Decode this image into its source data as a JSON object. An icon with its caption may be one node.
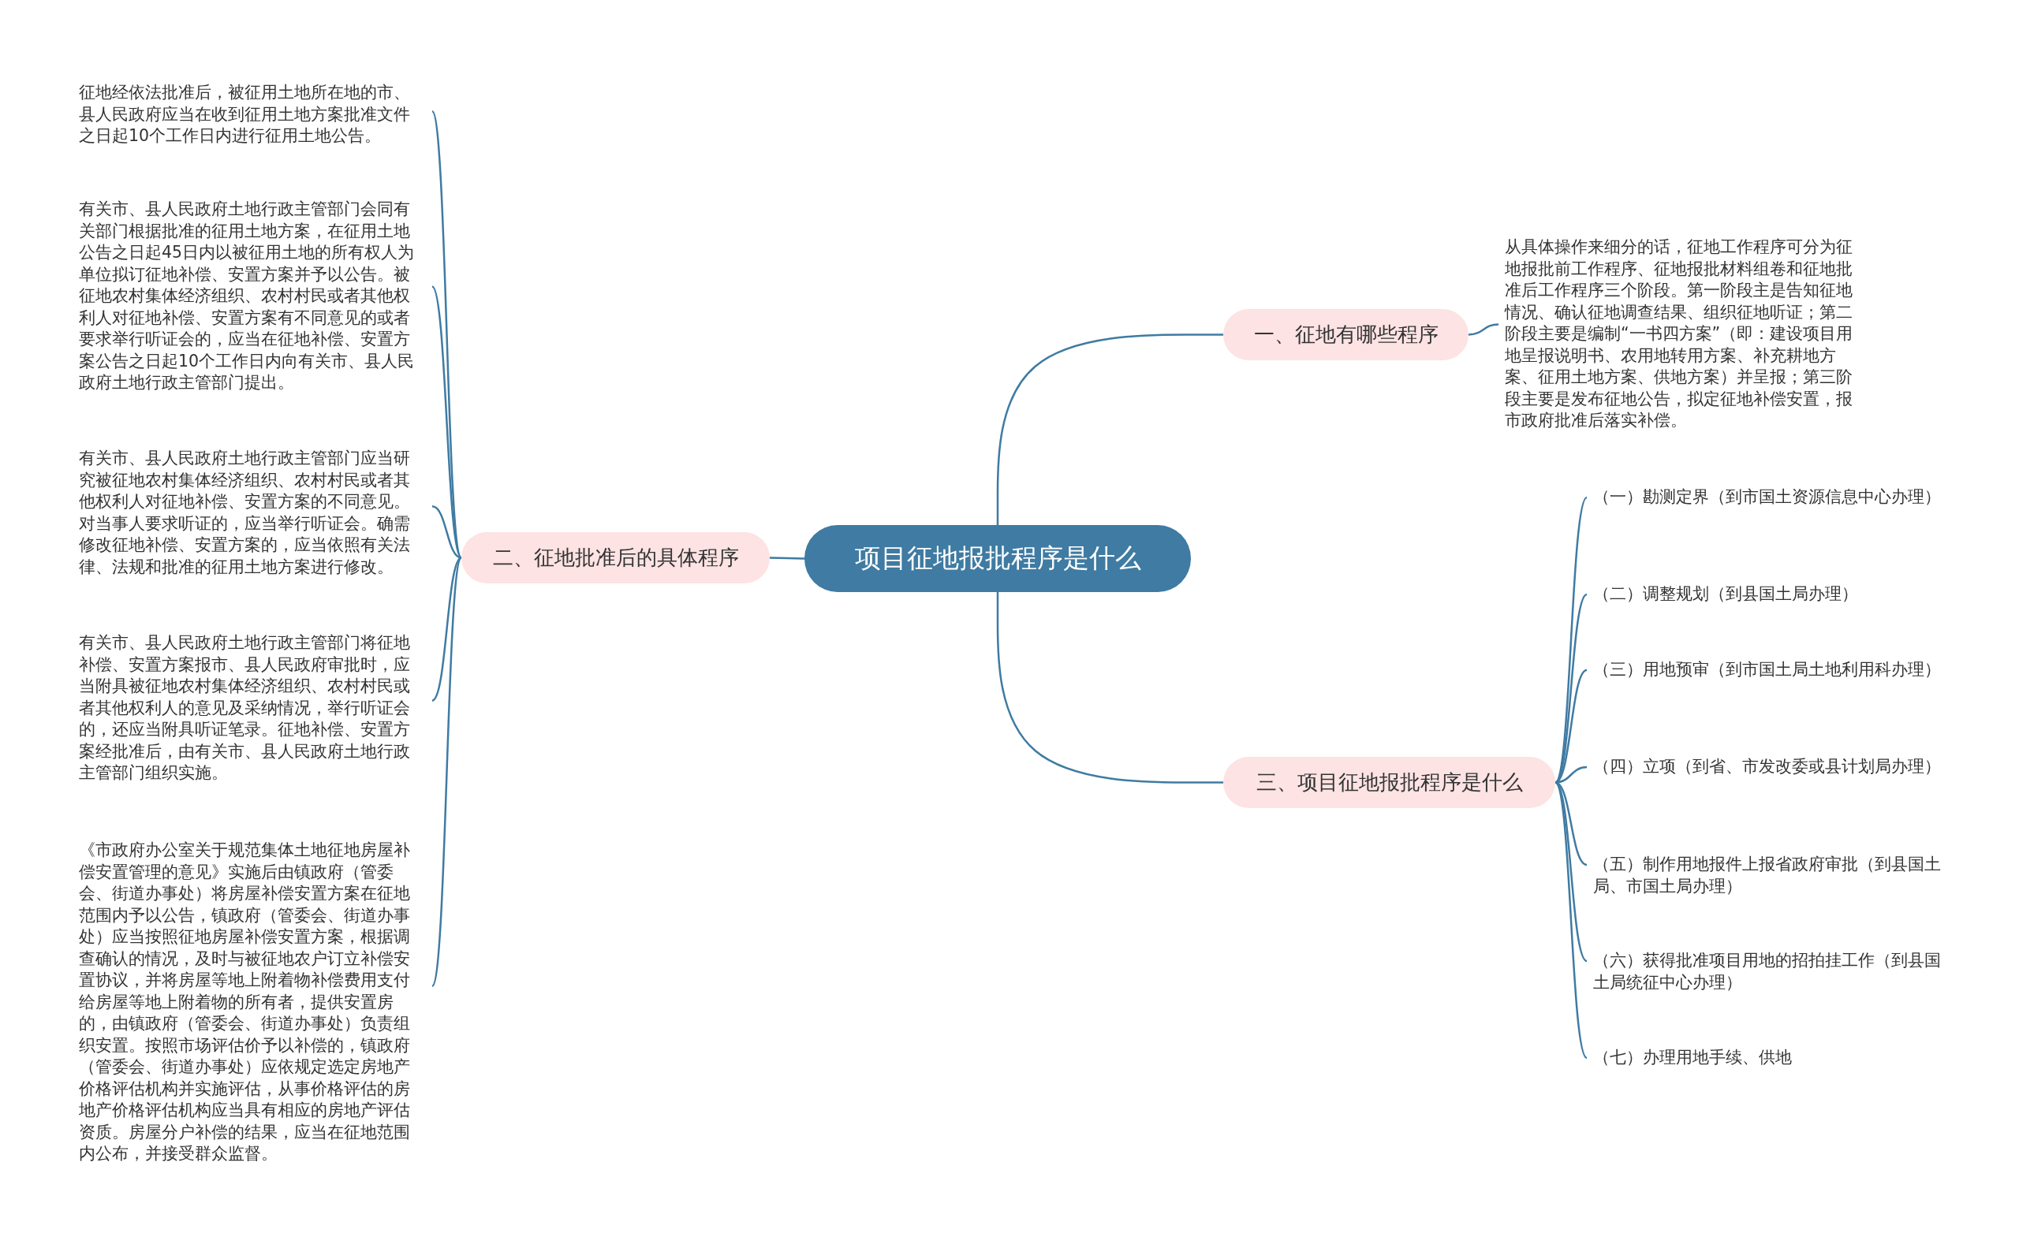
{
  "diagram": {
    "nodes": [
      {
        "text": [
          "项目征地报批程序是什么"
        ]
      },
      {
        "text": [
          "一、征地有哪些程序"
        ]
      },
      {
        "text": [
          "从具体操作来细分的话，征地工作程序可分为征地报批前工作程序、征地报批材料组卷和征地批准后工作程序三个阶段。第一阶段主是告知征地情况、确认征地调查结果、组织征地听证；第二阶段主要是编制“一书四方案”（即：建设项目用地呈报说明书、农用地转用方案、补充耕地方案、征用土地方案、供地方案）并呈报；第三阶段主要是发布征地公告，拟定征地补偿安置，报市政府批准后落实补偿。"
        ]
      },
      {
        "text": [
          "二、征地批准后的具体程序"
        ]
      },
      {
        "text": [
          "征地经依法批准后，被征用土地所在地的市、县人民政府应当在收到征用土地方案批准文件之日起10个工作日内进行征用土地公告。"
        ]
      },
      {
        "text": [
          "有关市、县人民政府土地行政主管部门会同有关部门根据批准的征用土地方案，在征用土地公告之日起45日内以被征用土地的所有权人为单位拟订征地补偿、安置方案并予以公告。被征地农村集体经济组织、农村村民或者其他权利人对征地补偿、安置方案有不同意见的或者要求举行听证会的，应当在征地补偿、安置方案公告之日起10个工作日内向有关市、县人民政府土地行政主管部门提出。"
        ]
      },
      {
        "text": [
          "有关市、县人民政府土地行政主管部门应当研究被征地农村集体经济组织、农村村民或者其他权利人对征地补偿、安置方案的不同意见。对当事人要求听证的，应当举行听证会。确需修改征地补偿、安置方案的，应当依照有关法律、法规和批准的征用土地方案进行修改。"
        ]
      },
      {
        "text": [
          "有关市、县人民政府土地行政主管部门将征地补偿、安置方案报市、县人民政府审批时，应当附具被征地农村集体经济组织、农村村民或者其他权利人的意见及采纳情况，举行听证会的，还应当附具听证笔录。征地补偿、安置方案经批准后，由有关市、县人民政府土地行政主管部门组织实施。"
        ]
      },
      {
        "text": [
          "《市政府办公室关于规范集体土地征地房屋补偿安置管理的意见》实施后由镇政府（管委会、街道办事处）将房屋补偿安置方案在征地范围内予以公告，镇政府（管委会、街道办事处）应当按照征地房屋补偿安置方案，根据调查确认的情况，及时与被征地农户订立补偿安置协议，并将房屋等地上附着物补偿费用支付给房屋等地上附着物的所有者，提供安置房的，由镇政府（管委会、街道办事处）负责组织安置。按照市场评估价予以补偿的，镇政府（管委会、街道办事处）应依规定选定房地产价格评估机构并实施评估，从事价格评估的房地产价格评估机构应当具有相应的房地产评估资质。房屋分户补偿的结果，应当在征地范围内公布，并接受群众监督。"
        ]
      },
      {
        "text": [
          "三、项目征地报批程序是什么"
        ]
      },
      {
        "text": [
          "（一）勘测定界（到市国土资源信息中心办理）"
        ]
      },
      {
        "text": [
          "（二）调整规划（到县国土局办理）"
        ]
      },
      {
        "text": [
          "（三）用地预审（到市国土局土地利用科办理）"
        ]
      },
      {
        "text": [
          "（四）立项（到省、市发改委或县计划局办理）"
        ]
      },
      {
        "text": [
          "（五）制作用地报件上报省政府审批（到县国土局、市国土局办理）"
        ]
      },
      {
        "text": [
          "（六）获得批准项目用地的招拍挂工作（到县国土局统征中心办理）"
        ]
      },
      {
        "text": [
          "（七）办理用地手续、供地"
        ]
      }
    ],
    "edges": [
      {
        "from": 0,
        "to": 1,
        "arrow": "none"
      },
      {
        "from": 1,
        "to": 2,
        "arrow": "none"
      },
      {
        "from": 0,
        "to": 3,
        "arrow": "none"
      },
      {
        "from": 3,
        "to": 4,
        "arrow": "none"
      },
      {
        "from": 3,
        "to": 5,
        "arrow": "none"
      },
      {
        "from": 3,
        "to": 6,
        "arrow": "none"
      },
      {
        "from": 3,
        "to": 7,
        "arrow": "none"
      },
      {
        "from": 3,
        "to": 8,
        "arrow": "none"
      },
      {
        "from": 0,
        "to": 9,
        "arrow": "none"
      },
      {
        "from": 9,
        "to": 10,
        "arrow": "none"
      },
      {
        "from": 9,
        "to": 11,
        "arrow": "none"
      },
      {
        "from": 9,
        "to": 12,
        "arrow": "none"
      },
      {
        "from": 9,
        "to": 13,
        "arrow": "none"
      },
      {
        "from": 9,
        "to": 14,
        "arrow": "none"
      },
      {
        "from": 9,
        "to": 15,
        "arrow": "none"
      },
      {
        "from": 9,
        "to": 16,
        "arrow": "none"
      }
    ]
  }
}
